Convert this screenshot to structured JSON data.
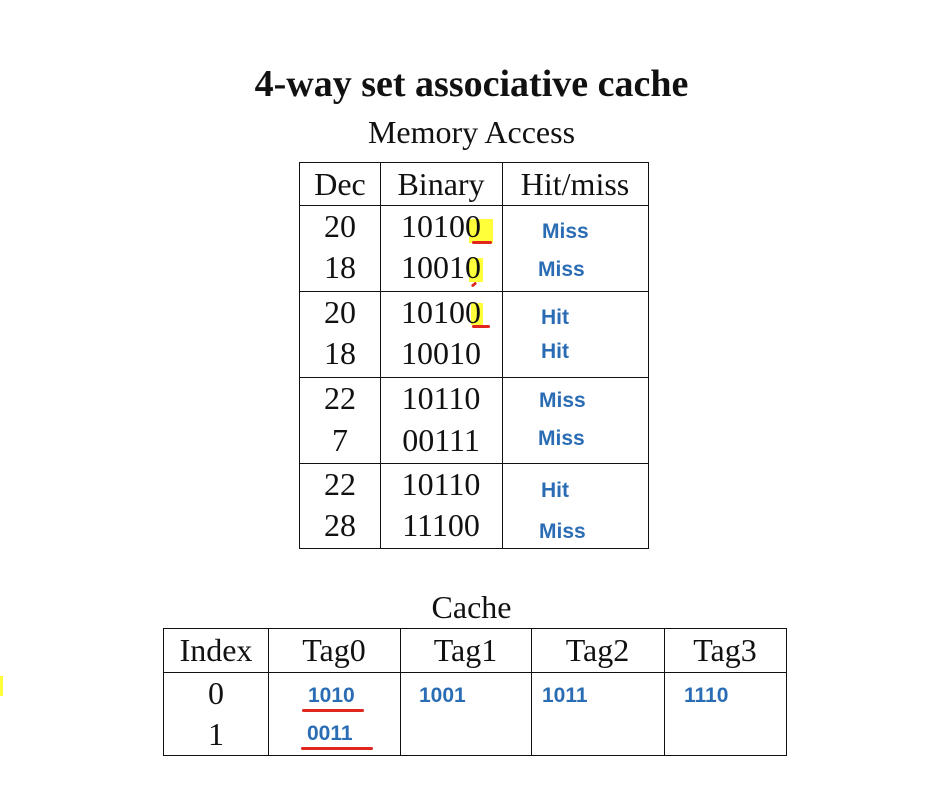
{
  "title": "4-way set associative cache",
  "memory_access": {
    "caption": "Memory Access",
    "headers": [
      "Dec",
      "Binary",
      "Hit/miss"
    ],
    "rows": [
      {
        "dec": "20",
        "binary": "10100",
        "result": "Miss"
      },
      {
        "dec": "18",
        "binary": "10010",
        "result": "Miss"
      },
      {
        "dec": "20",
        "binary": "10100",
        "result": "Hit"
      },
      {
        "dec": "18",
        "binary": "10010",
        "result": "Hit"
      },
      {
        "dec": "22",
        "binary": "10110",
        "result": "Miss"
      },
      {
        "dec": "7",
        "binary": "00111",
        "result": "Miss"
      },
      {
        "dec": "22",
        "binary": "10110",
        "result": "Hit"
      },
      {
        "dec": "28",
        "binary": "11100",
        "result": "Miss"
      }
    ]
  },
  "cache": {
    "caption": "Cache",
    "headers": [
      "Index",
      "Tag0",
      "Tag1",
      "Tag2",
      "Tag3"
    ],
    "rows": [
      {
        "index": "0",
        "tags": [
          "1010",
          "1001",
          "1011",
          "1110"
        ]
      },
      {
        "index": "1",
        "tags": [
          "0011",
          "",
          "",
          ""
        ]
      }
    ]
  },
  "colors": {
    "annotation_blue": "#2b6db5",
    "highlight_yellow": "#ffff3a",
    "underline_red": "#e0261f"
  }
}
